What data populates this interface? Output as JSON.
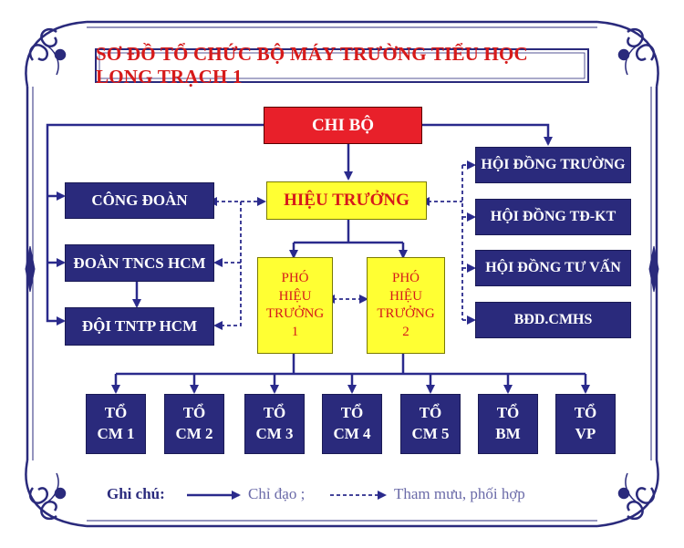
{
  "title": "SƠ ĐỒ TỔ CHỨC BỘ MÁY TRƯỜNG TIỂU HỌC LONG TRẠCH 1",
  "nodes": {
    "chi_bo": "CHI BỘ",
    "hieu_truong": "HIỆU TRƯỞNG",
    "cong_doan": "CÔNG ĐOÀN",
    "doan_tncs": "ĐOÀN TNCS HCM",
    "doi_tntp": "ĐỘI TNTP HCM",
    "pho_hieu_truong_1": [
      "PHÓ",
      "HIỆU",
      "TRƯỞNG",
      "1"
    ],
    "pho_hieu_truong_2": [
      "PHÓ",
      "HIỆU",
      "TRƯỞNG",
      "2"
    ],
    "hoi_dong_truong": "HỘI ĐỒNG TRƯỜNG",
    "hoi_dong_td_kt": "HỘI ĐỒNG TĐ-KT",
    "hoi_dong_tu_van": "HỘI ĐỒNG TƯ VẤN",
    "bdd_cmhs": "BĐD.CMHS",
    "teams": [
      {
        "line1": "TỔ",
        "line2": "CM 1"
      },
      {
        "line1": "TỔ",
        "line2": "CM 2"
      },
      {
        "line1": "TỔ",
        "line2": "CM 3"
      },
      {
        "line1": "TỔ",
        "line2": "CM 4"
      },
      {
        "line1": "TỔ",
        "line2": "CM 5"
      },
      {
        "line1": "TỔ",
        "line2": "BM"
      },
      {
        "line1": "TỔ",
        "line2": "VP"
      }
    ]
  },
  "legend": {
    "label": "Ghi chú:",
    "solid_text": "Chỉ đạo ;",
    "dashed_text": "Tham mưu, phối hợp"
  },
  "colors": {
    "navy": "#2a2a7c",
    "yellow": "#ffff33",
    "red": "#e8202a",
    "title_red": "#d61a1a",
    "line_blue": "#2a2a8c"
  }
}
